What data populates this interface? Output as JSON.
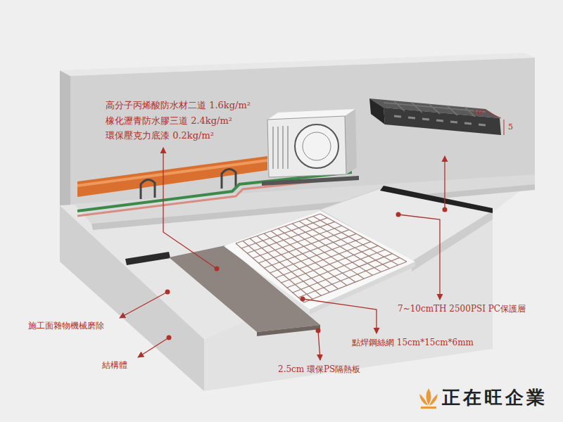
{
  "diagram": {
    "labels": [
      "高分子丙烯酸防水材二道 1.6kg/m²",
      "橡化瀝青防水膠三道 2.4kg/m²",
      "環保壓克力底漆 0.2kg/m²",
      "10",
      "5",
      "7~10cmTH 2500PSI PC保護層",
      "點焊鋼絲網 15cm*15cm*6mm",
      "施工面雜物機械磨除",
      "結構體",
      "2.5cm 環保PS隔熱板",
      "正在旺企業"
    ]
  }
}
